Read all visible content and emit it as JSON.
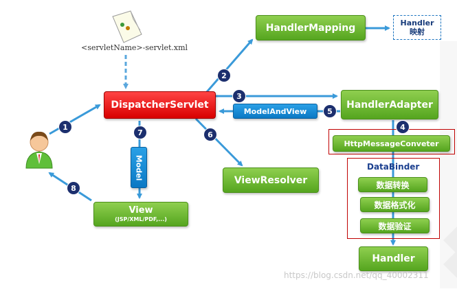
{
  "config_file": {
    "label": "<servletName>-servlet.xml"
  },
  "nodes": {
    "dispatcher": "DispatcherServlet",
    "handler_mapping": "HandlerMapping",
    "handler_mapping_result": "Handler\n映射",
    "handler_adapter": "HandlerAdapter",
    "view_resolver": "ViewResolver",
    "view": "View",
    "view_sub": "(JSP/XML/PDF,...)",
    "model": "Model",
    "model_and_view": "ModelAndView",
    "http_converter": "HttpMessageConveter",
    "data_binder": "DataBinder",
    "data_convert": "数据转换",
    "data_format": "数据格式化",
    "data_validate": "数据验证",
    "handler": "Handler"
  },
  "steps": [
    "1",
    "2",
    "3",
    "4",
    "5",
    "6",
    "7",
    "8"
  ],
  "watermark": "https://blog.csdn.net/qq_40002311",
  "colors": {
    "arrow": "#3a9ad9",
    "green": "#6bbb2f",
    "red": "#e60000",
    "blue": "#1e8fd8",
    "step_badge": "#1c2f6e",
    "frame": "#c00000"
  }
}
